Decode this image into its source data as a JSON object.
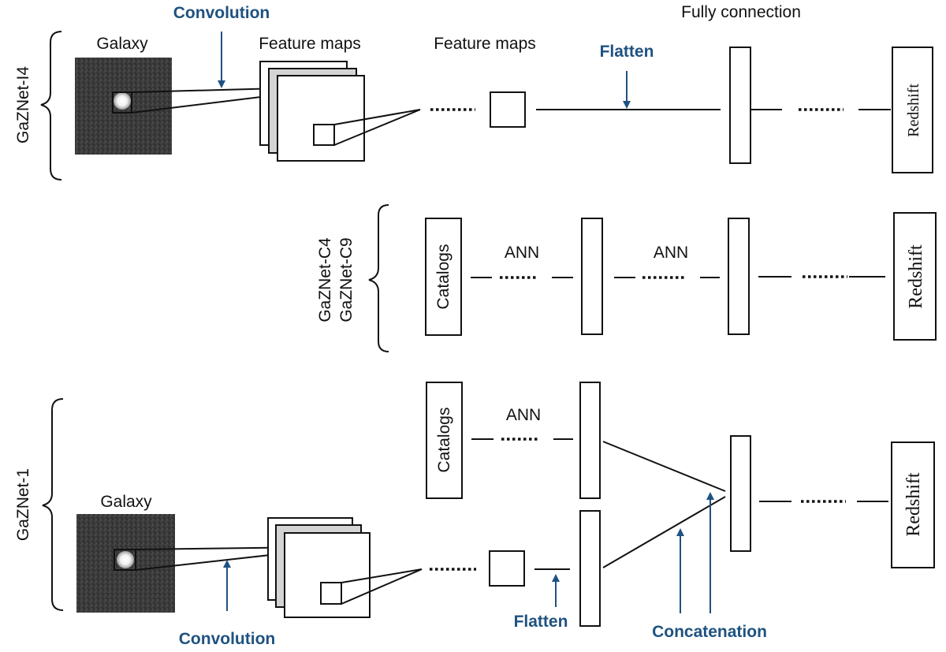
{
  "colors": {
    "accent": "#1f5280",
    "line": "#111111",
    "galaxy_bg": "#3a3a3a"
  },
  "labels": {
    "model_i4": "GaZNet-I4",
    "model_c4": "GaZNet-C4",
    "model_c9": "GaZNet-C9",
    "model_1": "GaZNet-1",
    "galaxy": "Galaxy",
    "convolution": "Convolution",
    "feature_maps": "Feature maps",
    "fully_connection": "Fully connection",
    "flatten": "Flatten",
    "redshift": "Redshift",
    "catalogs": "Catalogs",
    "ann": "ANN",
    "concatenation": "Concatenation"
  }
}
